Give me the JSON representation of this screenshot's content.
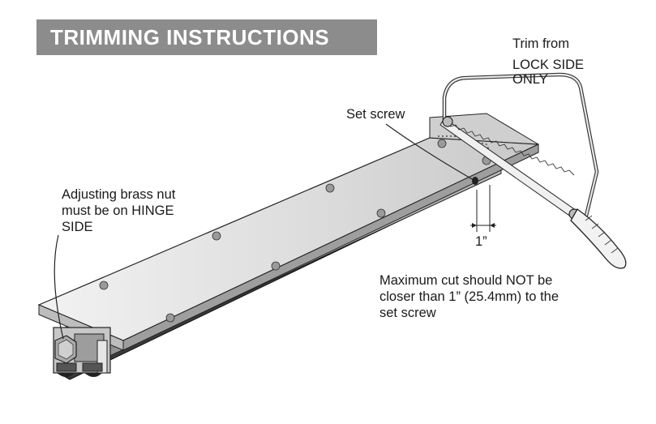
{
  "title": "TRIMMING INSTRUCTIONS",
  "labels": {
    "trim_line1": "Trim from",
    "trim_line2": "LOCK SIDE",
    "trim_line3": "ONLY",
    "set_screw": "Set screw",
    "nut_line1": "Adjusting brass nut",
    "nut_line2": "must be on HINGE",
    "nut_line3": "SIDE",
    "measure": "1”",
    "max_line1": "Maximum cut should NOT be",
    "max_line2": "closer than 1” (25.4mm) to the",
    "max_line3": "set screw"
  },
  "colors": {
    "banner": "#8c8c8c",
    "metal_top": "#d9d9d9",
    "metal_side": "#a6a6a6",
    "seal": "#333333"
  }
}
